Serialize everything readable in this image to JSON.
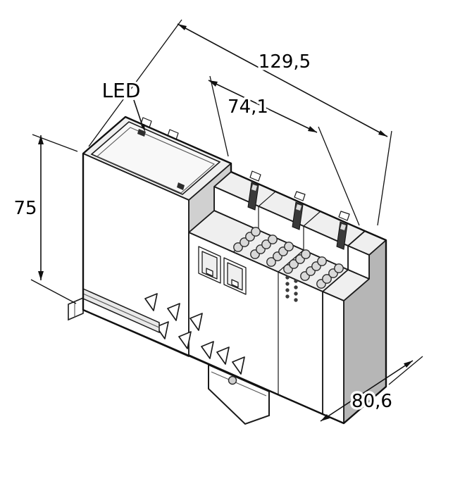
{
  "labels": {
    "led": "LED"
  },
  "dimensions": {
    "overall_length": "129,5",
    "io_section_length": "74,1",
    "height": "75",
    "depth": "80,6"
  },
  "colors": {
    "line": "#1a1a1a",
    "background": "#ffffff",
    "top_face": "#efefef",
    "side_face": "#d0d0d0",
    "end_face": "#b6b6b6"
  }
}
